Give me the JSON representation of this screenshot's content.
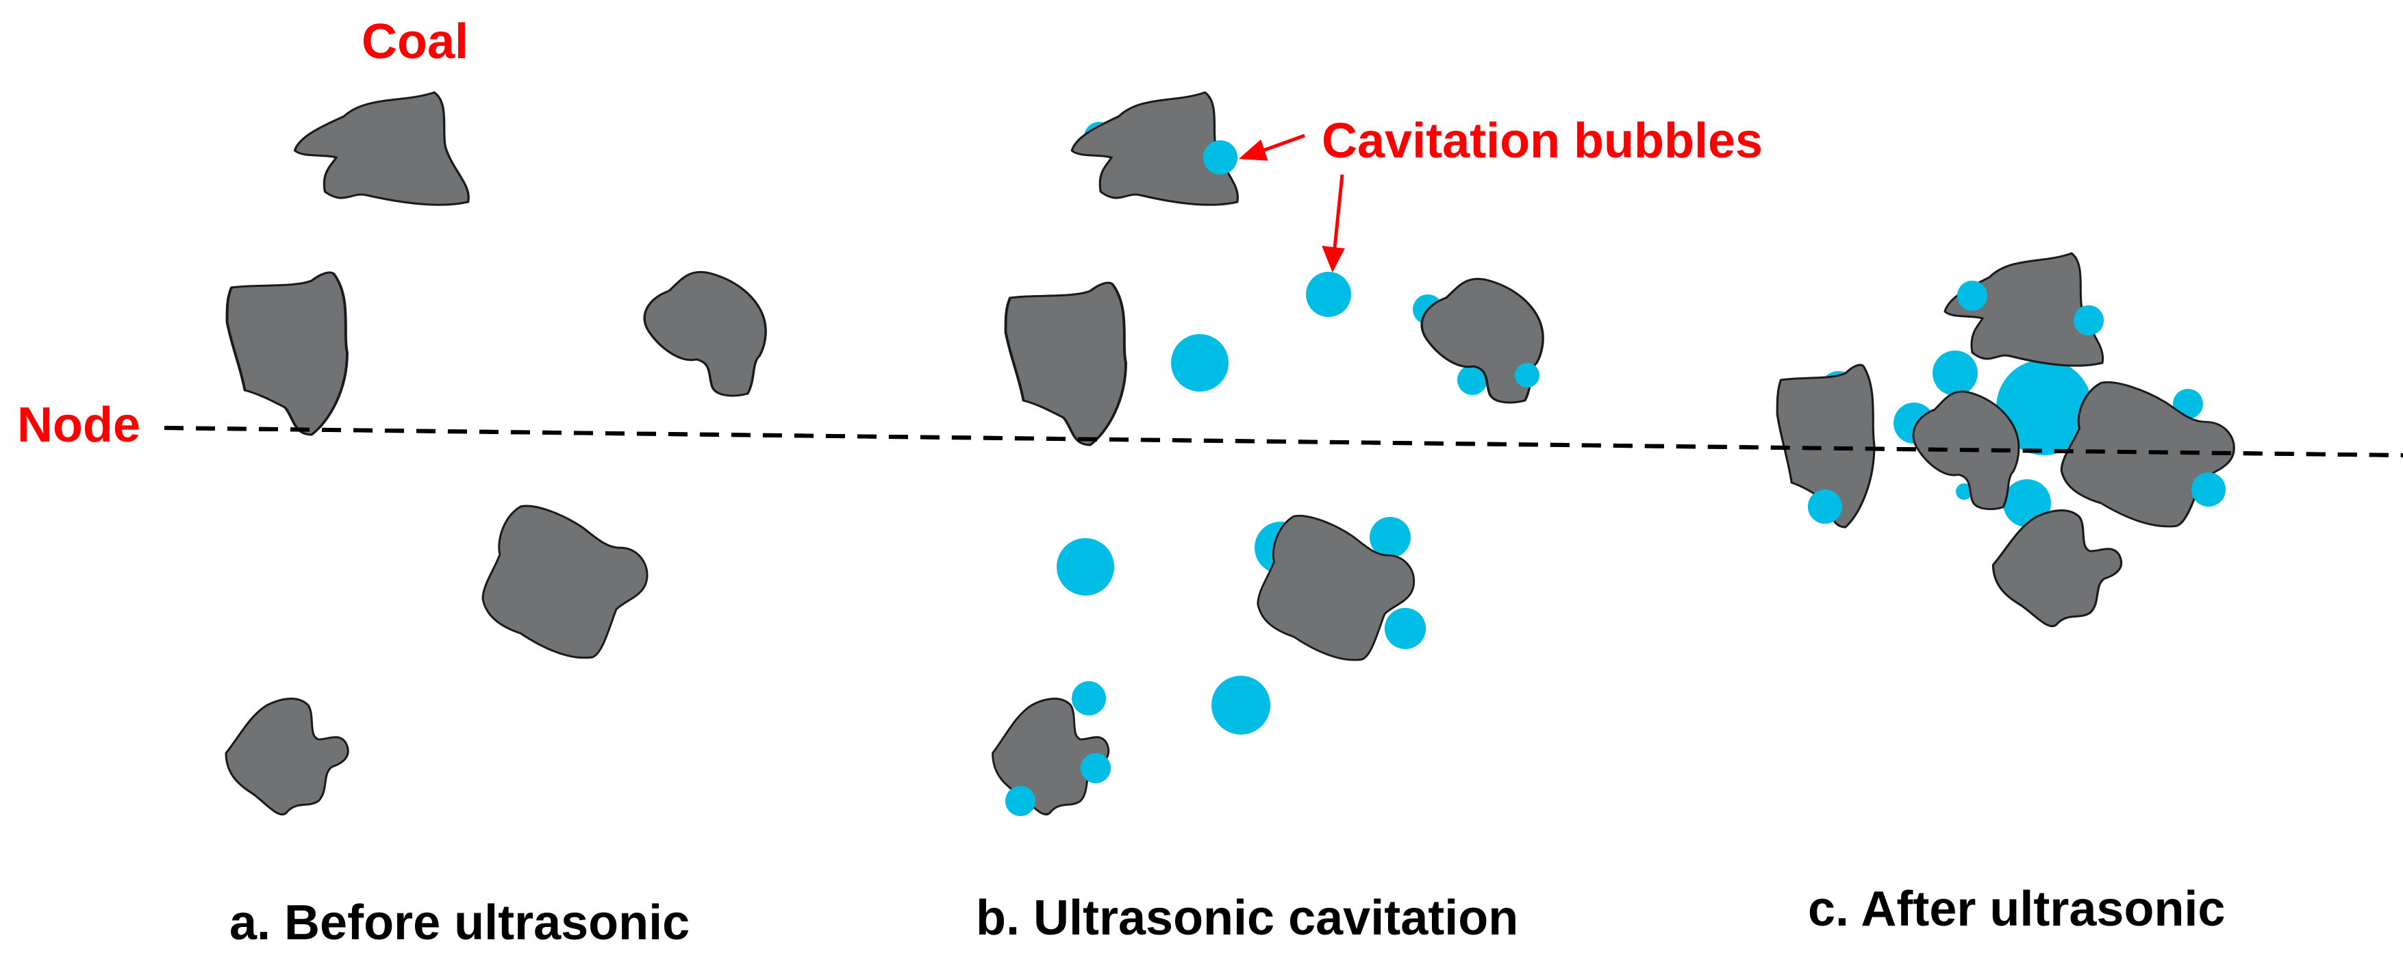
{
  "labels": {
    "coal": "Coal",
    "node": "Node",
    "cavitation_bubbles": "Cavitation bubbles"
  },
  "captions": {
    "a": "a. Before ultrasonic",
    "b": "b. Ultrasonic cavitation",
    "c": "c. After ultrasonic"
  },
  "colors": {
    "coal_fill": "#707274",
    "coal_stroke": "#1a1a1a",
    "bubble": "#00bde6",
    "label_red": "#ff0000",
    "caption_black": "#000000",
    "node_line": "#000000"
  }
}
